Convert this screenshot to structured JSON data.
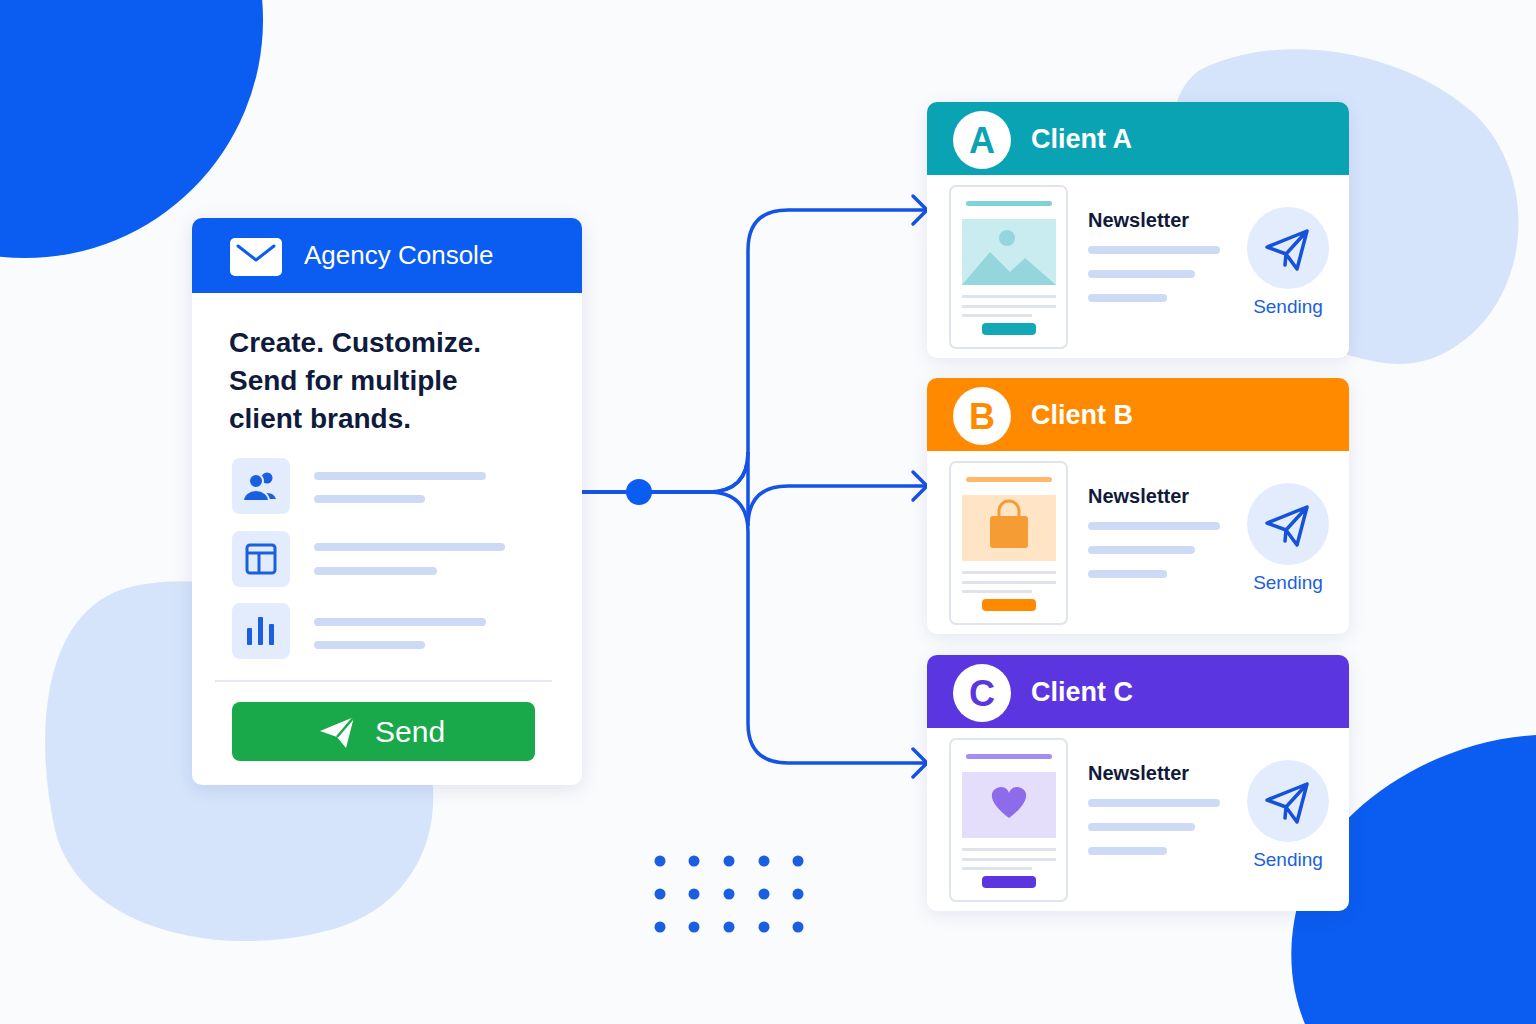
{
  "diagram": {
    "nodes": [
      {
        "text": [
          "Agency Console",
          "Create. Customize. Send for multiple client brands."
        ]
      },
      {
        "text": [
          "Send"
        ],
        "in": 0
      },
      {
        "text": [
          "Client A",
          "Newsletter",
          "Sending"
        ]
      },
      {
        "text": [
          "A"
        ],
        "in": 2
      },
      {
        "text": [
          "Client B",
          "Newsletter",
          "Sending"
        ]
      },
      {
        "text": [
          "B"
        ],
        "in": 4
      },
      {
        "text": [
          "Client C",
          "Newsletter",
          "Sending"
        ]
      },
      {
        "text": [
          "C"
        ],
        "in": 6
      }
    ],
    "edges": [
      {
        "from": 0,
        "to": 2,
        "arrow": "to"
      },
      {
        "from": 0,
        "to": 4,
        "arrow": "to"
      },
      {
        "from": 0,
        "to": 6,
        "arrow": "to"
      }
    ]
  }
}
